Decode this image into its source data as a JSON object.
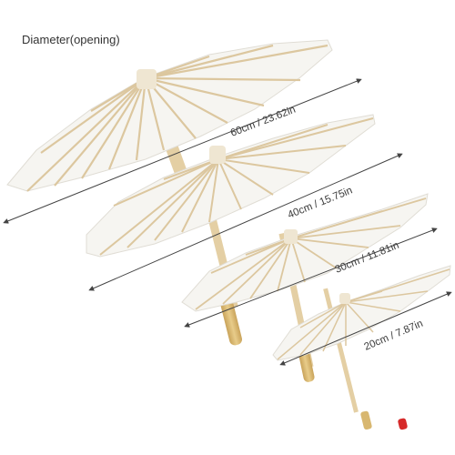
{
  "title": "Diameter(opening)",
  "sizes": [
    {
      "label": "60cm / 23.62in"
    },
    {
      "label": "40cm / 15.75in"
    },
    {
      "label": "30cm / 11.81in"
    },
    {
      "label": "20cm / 7.87in"
    }
  ],
  "colors": {
    "paper": "#f6f5f1",
    "rib": "#dcc79f",
    "shaft": "#e4cfa4",
    "handle": "#d8b770",
    "tip_red": "#d62a2a"
  }
}
